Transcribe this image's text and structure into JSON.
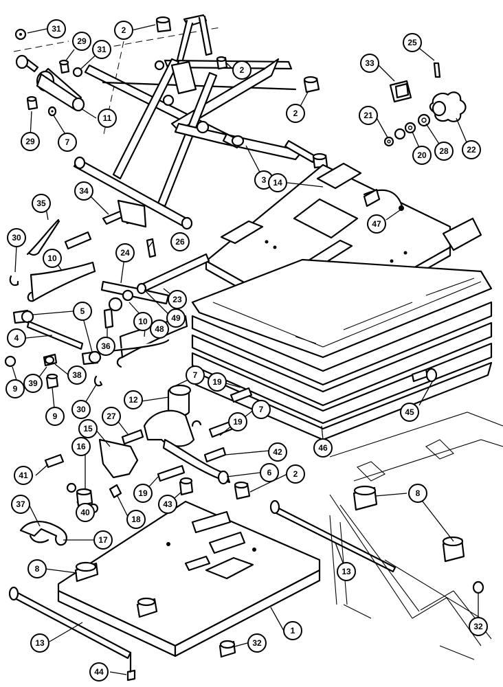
{
  "diagram": {
    "callouts": [
      {
        "id": "c31a",
        "label": "31"
      },
      {
        "id": "c2a",
        "label": "2"
      },
      {
        "id": "c29a",
        "label": "29"
      },
      {
        "id": "c31b",
        "label": "31"
      },
      {
        "id": "c2b",
        "label": "2"
      },
      {
        "id": "c11",
        "label": "11"
      },
      {
        "id": "c29b",
        "label": "29"
      },
      {
        "id": "c7a",
        "label": "7"
      },
      {
        "id": "c2c",
        "label": "2"
      },
      {
        "id": "c3",
        "label": "3"
      },
      {
        "id": "c25",
        "label": "25"
      },
      {
        "id": "c33",
        "label": "33"
      },
      {
        "id": "c21",
        "label": "21"
      },
      {
        "id": "c20",
        "label": "20"
      },
      {
        "id": "c28",
        "label": "28"
      },
      {
        "id": "c22",
        "label": "22"
      },
      {
        "id": "c14",
        "label": "14"
      },
      {
        "id": "c47",
        "label": "47"
      },
      {
        "id": "c34",
        "label": "34"
      },
      {
        "id": "c35",
        "label": "35"
      },
      {
        "id": "c30a",
        "label": "30"
      },
      {
        "id": "c26",
        "label": "26"
      },
      {
        "id": "c24",
        "label": "24"
      },
      {
        "id": "c10a",
        "label": "10"
      },
      {
        "id": "c23",
        "label": "23"
      },
      {
        "id": "c5",
        "label": "5"
      },
      {
        "id": "c49",
        "label": "49"
      },
      {
        "id": "c48",
        "label": "48"
      },
      {
        "id": "c4",
        "label": "4"
      },
      {
        "id": "c36",
        "label": "36"
      },
      {
        "id": "c10b",
        "label": "10"
      },
      {
        "id": "c9a",
        "label": "9"
      },
      {
        "id": "c38",
        "label": "38"
      },
      {
        "id": "c39",
        "label": "39"
      },
      {
        "id": "c9b",
        "label": "9"
      },
      {
        "id": "c30b",
        "label": "30"
      },
      {
        "id": "c7b",
        "label": "7"
      },
      {
        "id": "c19a",
        "label": "19"
      },
      {
        "id": "c12",
        "label": "12"
      },
      {
        "id": "c45",
        "label": "45"
      },
      {
        "id": "c27",
        "label": "27"
      },
      {
        "id": "c7c",
        "label": "7"
      },
      {
        "id": "c19b",
        "label": "19"
      },
      {
        "id": "c15",
        "label": "15"
      },
      {
        "id": "c42",
        "label": "42"
      },
      {
        "id": "c46",
        "label": "46"
      },
      {
        "id": "c16",
        "label": "16"
      },
      {
        "id": "c6",
        "label": "6"
      },
      {
        "id": "c41",
        "label": "41"
      },
      {
        "id": "c2d",
        "label": "2"
      },
      {
        "id": "c8a",
        "label": "8"
      },
      {
        "id": "c19c",
        "label": "19"
      },
      {
        "id": "c37",
        "label": "37"
      },
      {
        "id": "c40",
        "label": "40"
      },
      {
        "id": "c43",
        "label": "43"
      },
      {
        "id": "c18",
        "label": "18"
      },
      {
        "id": "c17",
        "label": "17"
      },
      {
        "id": "c8b",
        "label": "8"
      },
      {
        "id": "c13a",
        "label": "13"
      },
      {
        "id": "c1",
        "label": "1"
      },
      {
        "id": "c32a",
        "label": "32"
      },
      {
        "id": "c13b",
        "label": "13"
      },
      {
        "id": "c32b",
        "label": "32"
      },
      {
        "id": "c44",
        "label": "44"
      }
    ]
  }
}
